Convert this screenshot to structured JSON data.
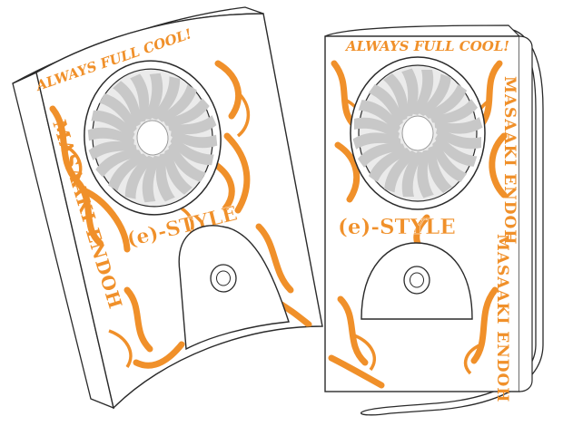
{
  "product": {
    "slogan": "ALWAYS FULL COOL!",
    "brand": "(e)-STYLE",
    "name": "MASAAKI ENDOH"
  },
  "colors": {
    "accent": "#f0902a",
    "line": "#2a2a2a",
    "fan_blade": "#c8c8c8",
    "fan_face": "#ebebeb"
  }
}
